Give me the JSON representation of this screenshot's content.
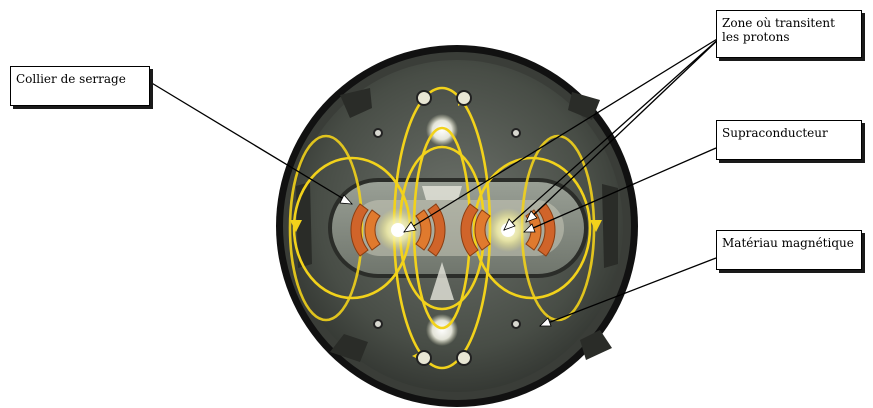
{
  "labels": {
    "collier": "Collier de serrage",
    "zone_line1": "Zone où transitent",
    "zone_line2": "les protons",
    "supraconducteur": "Supraconducteur",
    "materiau": "Matériau magnétique"
  },
  "colors": {
    "outer_ring": "#1b1b1b",
    "body": "#4a4f48",
    "field_lines": "#f2d21b",
    "coil": "#e07a2e",
    "beam_glow": "#f6f0b0"
  }
}
